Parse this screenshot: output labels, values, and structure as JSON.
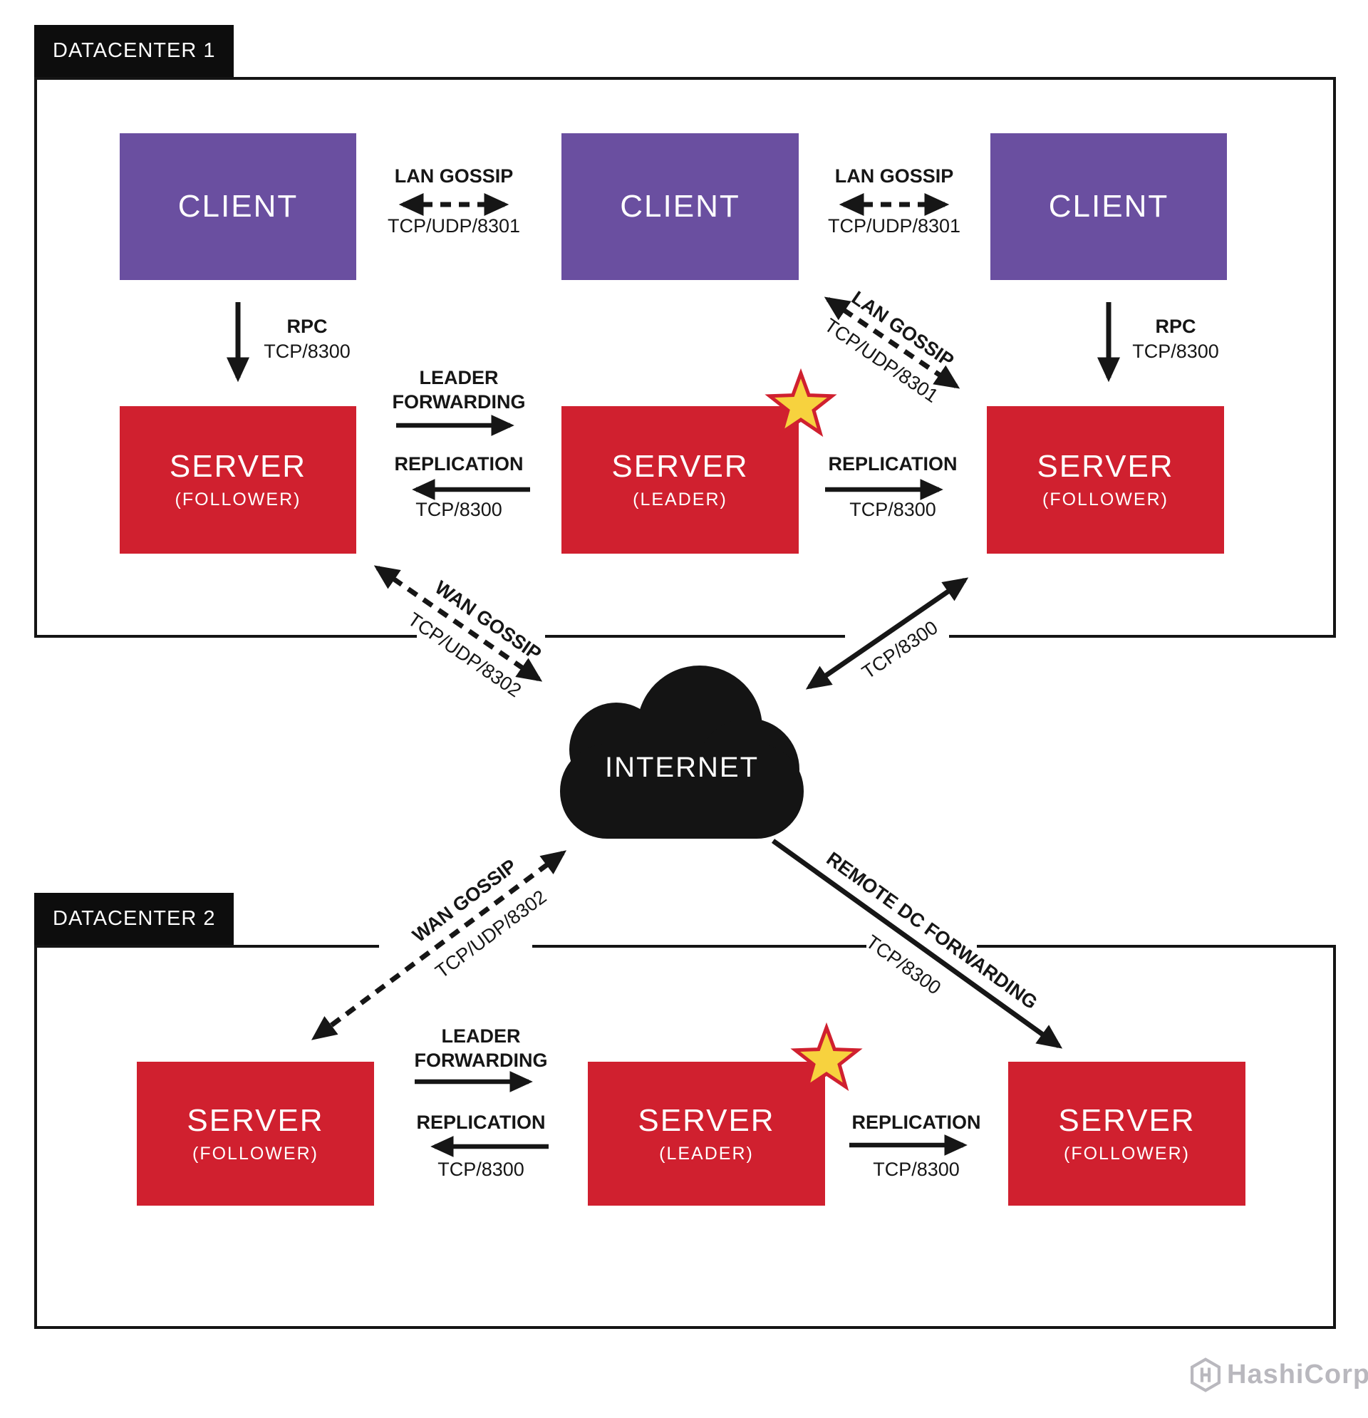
{
  "title_labels": {
    "dc1": "DATACENTER 1",
    "dc2": "DATACENTER 2"
  },
  "nodes": {
    "client": "CLIENT",
    "server": "SERVER",
    "follower_role": "(FOLLOWER)",
    "leader_role": "(LEADER)",
    "internet": "INTERNET"
  },
  "connections": {
    "lan_gossip": {
      "label": "LAN GOSSIP",
      "port": "TCP/UDP/8301"
    },
    "rpc": {
      "label": "RPC",
      "port": "TCP/8300"
    },
    "leader_forwarding": {
      "line1": "LEADER",
      "line2": "FORWARDING"
    },
    "replication": {
      "label": "REPLICATION",
      "port": "TCP/8300"
    },
    "wan_gossip": {
      "label": "WAN GOSSIP",
      "port": "TCP/UDP/8302"
    },
    "remote_dc_forwarding": {
      "label": "REMOTE DC FORWARDING",
      "port": "TCP/8300"
    },
    "internet_link": {
      "port": "TCP/8300"
    }
  },
  "footer": {
    "brand": "HashiCorp"
  },
  "colors": {
    "client": "#6a4fa0",
    "server": "#d0202f",
    "ink": "#161616",
    "star_fill": "#f7d23e",
    "logo_gray": "#b9b8be"
  }
}
